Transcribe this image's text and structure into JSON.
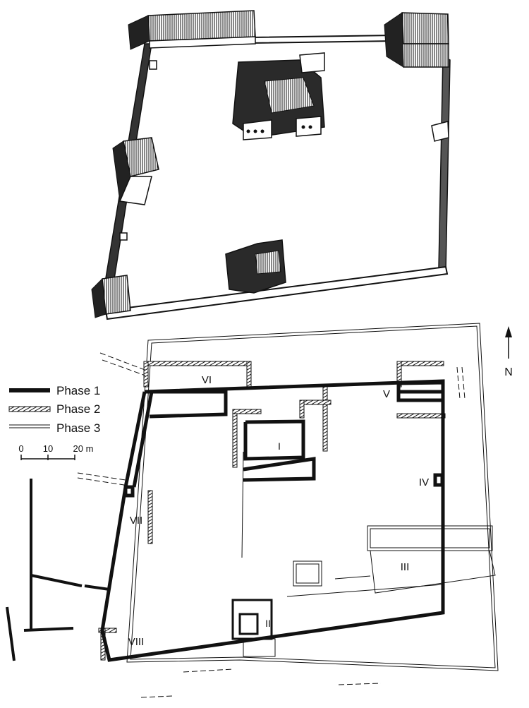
{
  "legend": {
    "phase1": "Phase 1",
    "phase2": "Phase 2",
    "phase3": "Phase 3"
  },
  "scale": {
    "tick0": "0",
    "tick10": "10",
    "tick20": "20 m"
  },
  "north": {
    "label": "N"
  },
  "buildings": {
    "I": "I",
    "II": "II",
    "III": "III",
    "IV": "IV",
    "V": "V",
    "VI": "VI",
    "VII": "VII",
    "VIII": "VIII"
  },
  "colors": {
    "ink": "#111111",
    "paper": "#ffffff",
    "roof_shade": "#cfcfcf"
  }
}
